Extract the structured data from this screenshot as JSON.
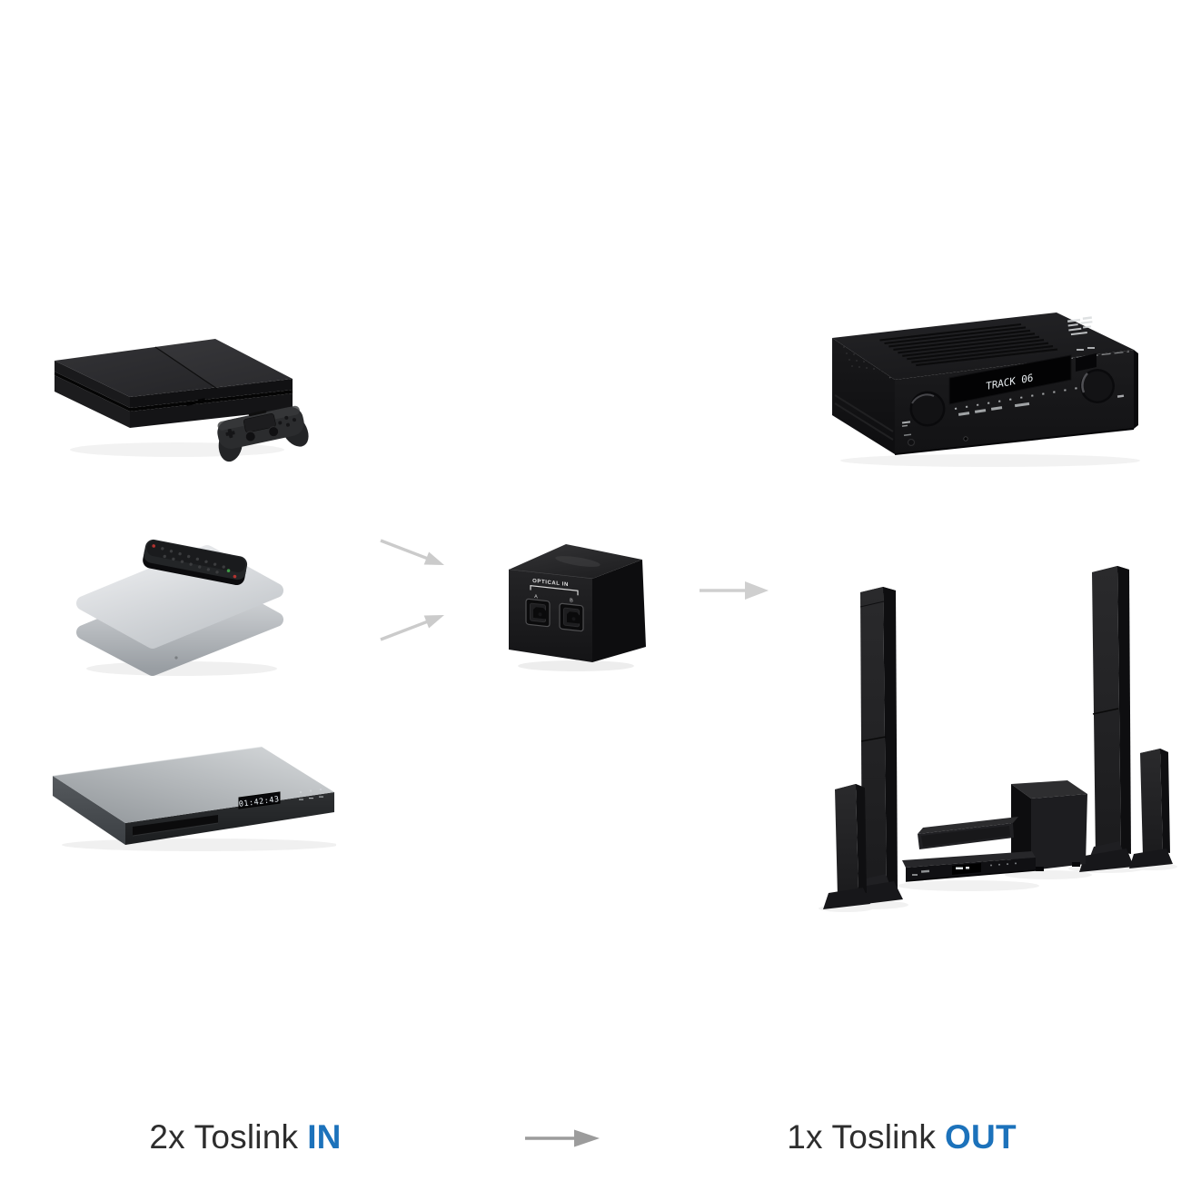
{
  "diagram": {
    "background_color": "#ffffff",
    "accent_color": "#1c72bb",
    "caption_color": "#2d2d2d",
    "arrow_color_light": "#cbcbcb",
    "arrow_color_dark": "#9c9c9c",
    "captions": {
      "inputs_prefix": "2x Toslink",
      "inputs_highlight": "IN",
      "output_prefix": "1x Toslink",
      "output_highlight": "OUT"
    },
    "switch_box": {
      "panel_label": "OPTICAL IN",
      "port_a_label": "A",
      "port_b_label": "B"
    },
    "av_receiver": {
      "display_text": "TRACK 06"
    },
    "dvd_player": {
      "display_text": "01:42:43"
    },
    "icons": [
      {
        "name": "game-console-image"
      },
      {
        "name": "streaming-box-with-remote-image"
      },
      {
        "name": "dvd-player-image"
      },
      {
        "name": "toslink-switch-image"
      },
      {
        "name": "av-receiver-image"
      },
      {
        "name": "home-theater-speakers-image"
      },
      {
        "name": "input-arrow-top"
      },
      {
        "name": "input-arrow-bottom"
      },
      {
        "name": "output-arrow"
      },
      {
        "name": "caption-arrow"
      }
    ]
  }
}
